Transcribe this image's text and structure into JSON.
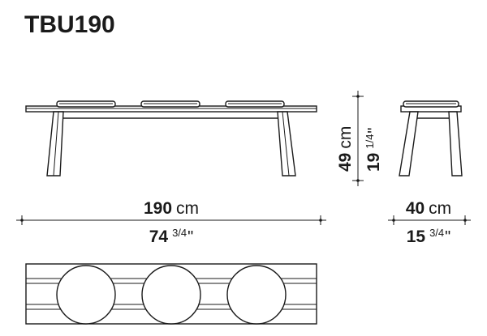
{
  "model": "TBU190",
  "dimensions": {
    "length": {
      "cm_value": "190",
      "cm_unit": "cm",
      "in_whole": "74",
      "in_frac": "3/4",
      "in_mark": "\""
    },
    "height": {
      "cm_value": "49",
      "cm_unit": "cm",
      "in_whole": "19",
      "in_frac": "1/4",
      "in_mark": "\""
    },
    "depth": {
      "cm_value": "40",
      "cm_unit": "cm",
      "in_whole": "15",
      "in_frac": "3/4",
      "in_mark": "\""
    }
  }
}
